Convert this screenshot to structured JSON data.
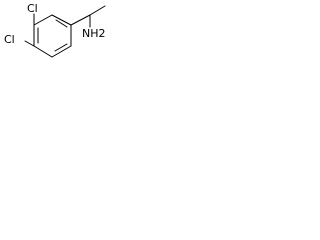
{
  "molecule": {
    "atoms": {
      "cl_top": "Cl",
      "cl_left": "Cl",
      "nh2": "NH2"
    }
  },
  "colors": {
    "bond": "#000000",
    "label": "#000000",
    "background": "#ffffff"
  }
}
